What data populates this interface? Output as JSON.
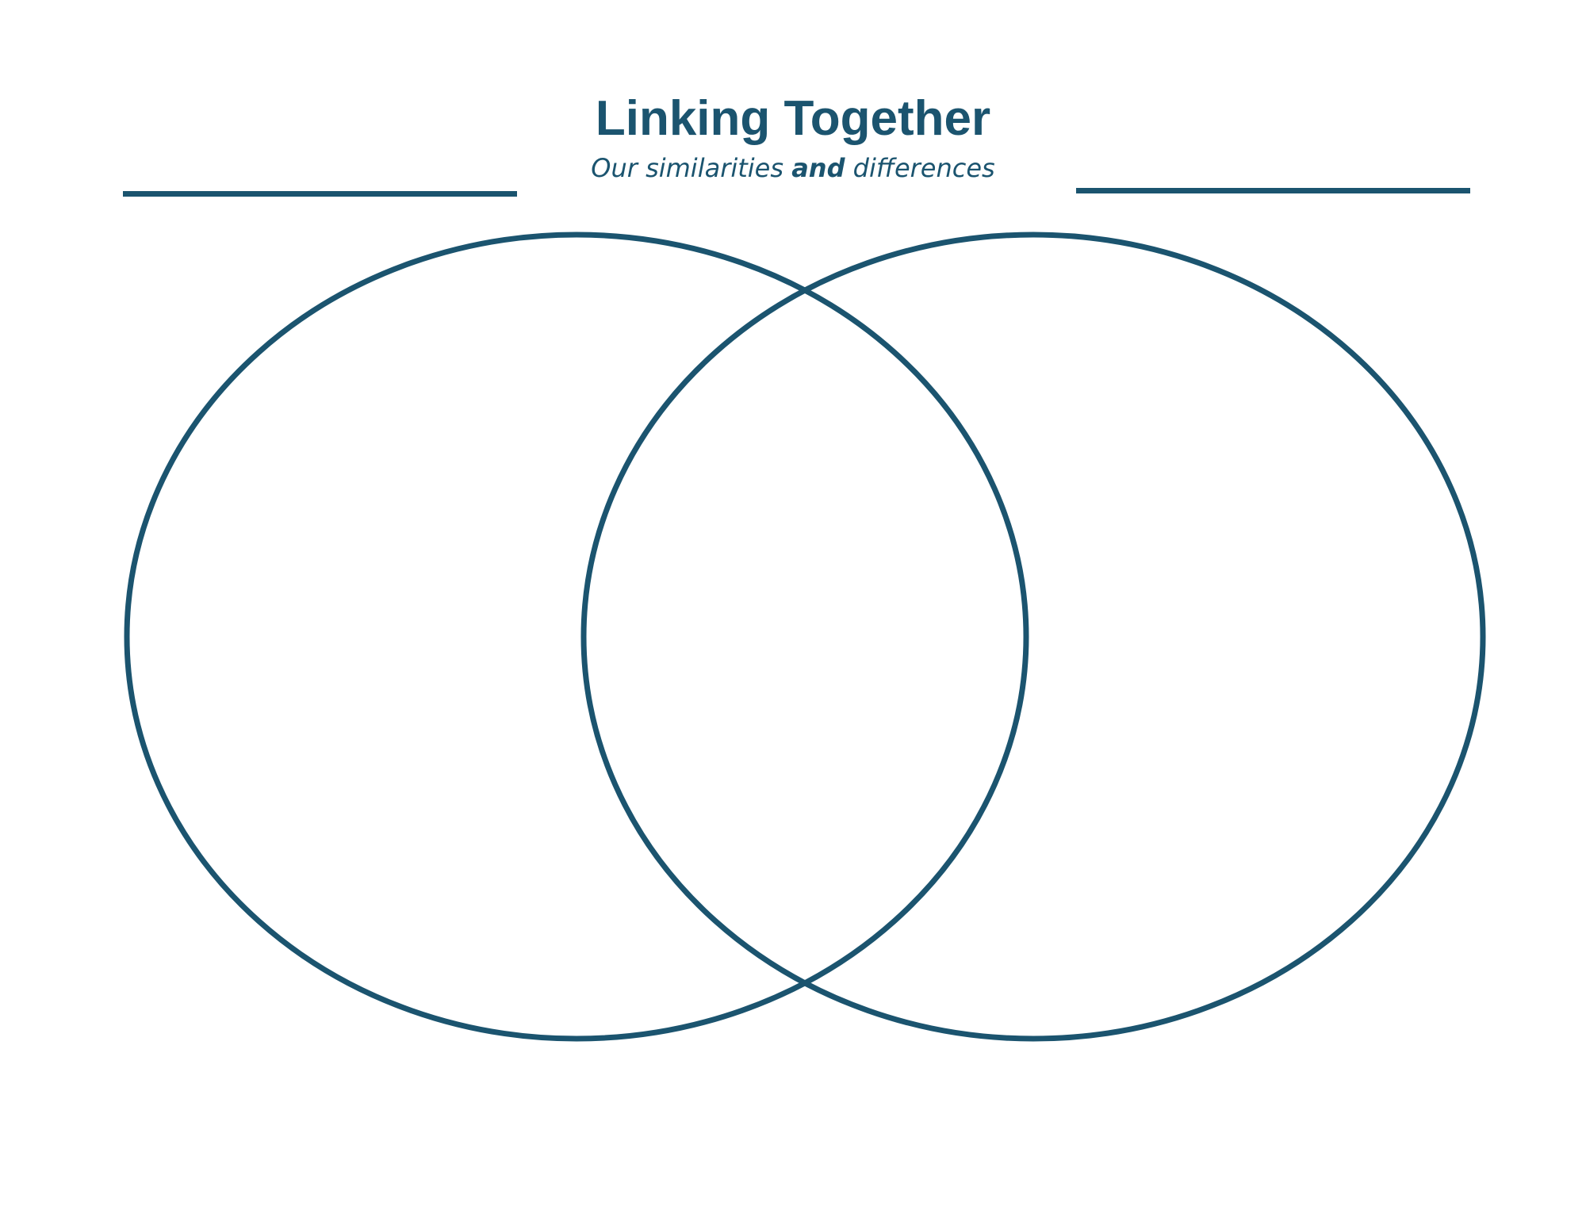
{
  "worksheet": {
    "title": "Linking Together",
    "subtitle": {
      "prefix": "Our similarities ",
      "emphasis": "and",
      "suffix": " differences"
    }
  },
  "colors": {
    "primary": "#1b546f",
    "background": "#ffffff"
  }
}
